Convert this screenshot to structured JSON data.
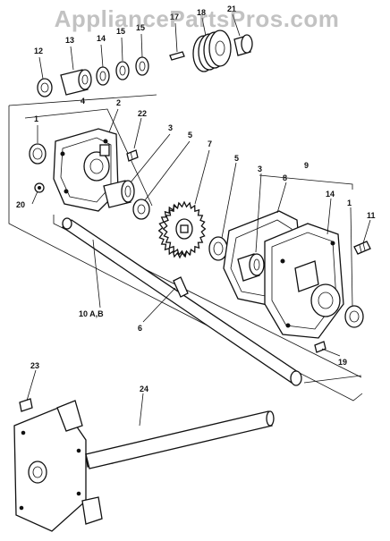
{
  "watermark": "AppliancePartsPros.com",
  "top_text": "",
  "callouts": {
    "c1a": "1",
    "c1b": "1",
    "c2": "2",
    "c3a": "3",
    "c3b": "3",
    "c4": "4",
    "c5a": "5",
    "c5b": "5",
    "c6": "6",
    "c7": "7",
    "c8": "8",
    "c9": "9",
    "c10": "10 A,B",
    "c11": "11",
    "c12": "12",
    "c13": "13",
    "c14": "14",
    "c15a": "15",
    "c15b": "15",
    "c17": "17",
    "c18": "18",
    "c19": "19",
    "c20": "20",
    "c21": "21",
    "c22": "22",
    "c23": "23",
    "c24": "24"
  }
}
